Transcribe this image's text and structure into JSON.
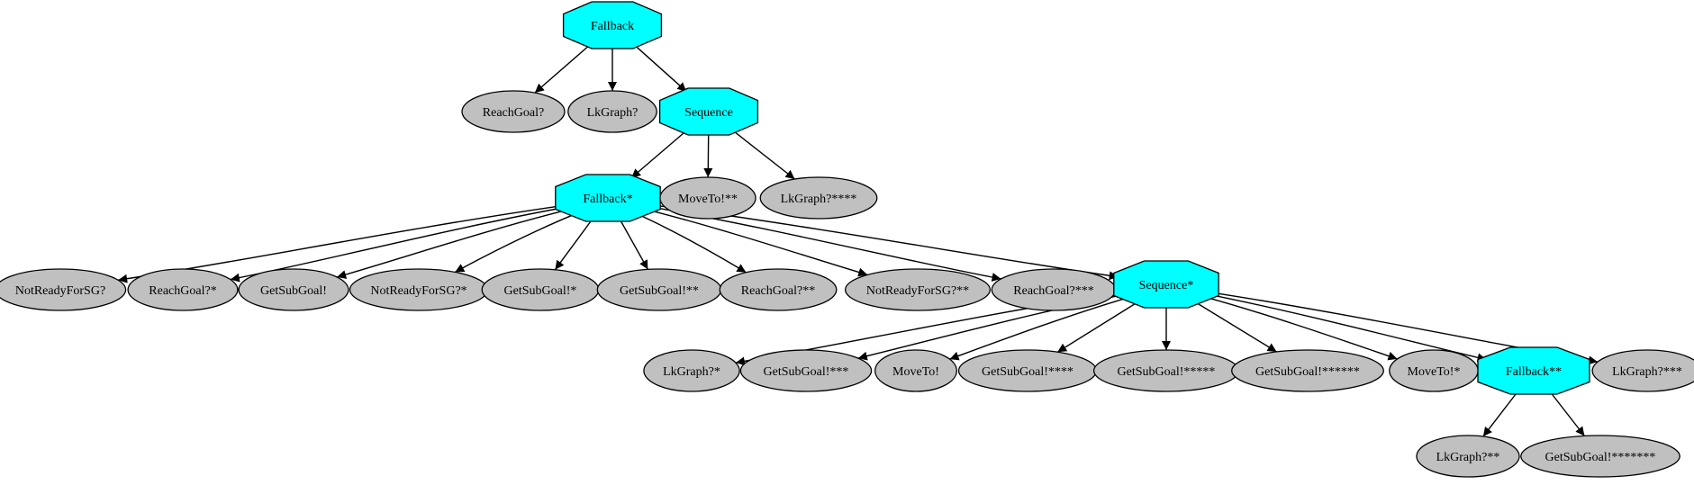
{
  "colors": {
    "control_fill": "#00ffff",
    "leaf_fill": "#c0c0c0",
    "stroke": "#000000",
    "background": "#ffffff"
  },
  "nodes": {
    "fallback": {
      "label": "Fallback",
      "kind": "control"
    },
    "reachgoal_q": {
      "label": "ReachGoal?",
      "kind": "leaf"
    },
    "lkgraph_q": {
      "label": "LkGraph?",
      "kind": "leaf"
    },
    "sequence": {
      "label": "Sequence",
      "kind": "control"
    },
    "fallback_s": {
      "label": "Fallback*",
      "kind": "control"
    },
    "moveto_ss": {
      "label": "MoveTo!**",
      "kind": "leaf"
    },
    "lkgraph_4s": {
      "label": "LkGraph?****",
      "kind": "leaf"
    },
    "notready_q": {
      "label": "NotReadyForSG?",
      "kind": "leaf"
    },
    "reachgoal_s": {
      "label": "ReachGoal?*",
      "kind": "leaf"
    },
    "getsubgoal": {
      "label": "GetSubGoal!",
      "kind": "leaf"
    },
    "notready_s": {
      "label": "NotReadyForSG?*",
      "kind": "leaf"
    },
    "getsubgoal_s": {
      "label": "GetSubGoal!*",
      "kind": "leaf"
    },
    "getsubgoal_2s": {
      "label": "GetSubGoal!**",
      "kind": "leaf"
    },
    "reachgoal_2s": {
      "label": "ReachGoal?**",
      "kind": "leaf"
    },
    "notready_2s": {
      "label": "NotReadyForSG?**",
      "kind": "leaf"
    },
    "reachgoal_3s": {
      "label": "ReachGoal?***",
      "kind": "leaf"
    },
    "sequence_s": {
      "label": "Sequence*",
      "kind": "control"
    },
    "lkgraph_s": {
      "label": "LkGraph?*",
      "kind": "leaf"
    },
    "getsubgoal_3s": {
      "label": "GetSubGoal!***",
      "kind": "leaf"
    },
    "moveto": {
      "label": "MoveTo!",
      "kind": "leaf"
    },
    "getsubgoal_4s": {
      "label": "GetSubGoal!****",
      "kind": "leaf"
    },
    "getsubgoal_5s": {
      "label": "GetSubGoal!*****",
      "kind": "leaf"
    },
    "getsubgoal_6s": {
      "label": "GetSubGoal!******",
      "kind": "leaf"
    },
    "moveto_s": {
      "label": "MoveTo!*",
      "kind": "leaf"
    },
    "fallback_2s": {
      "label": "Fallback**",
      "kind": "control"
    },
    "lkgraph_3s": {
      "label": "LkGraph?***",
      "kind": "leaf"
    },
    "lkgraph_2s": {
      "label": "LkGraph?**",
      "kind": "leaf"
    },
    "getsubgoal_7s": {
      "label": "GetSubGoal!*******",
      "kind": "leaf"
    }
  },
  "edges": [
    [
      "fallback",
      "reachgoal_q"
    ],
    [
      "fallback",
      "lkgraph_q"
    ],
    [
      "fallback",
      "sequence"
    ],
    [
      "sequence",
      "fallback_s"
    ],
    [
      "sequence",
      "moveto_ss"
    ],
    [
      "sequence",
      "lkgraph_4s"
    ],
    [
      "fallback_s",
      "notready_q"
    ],
    [
      "fallback_s",
      "reachgoal_s"
    ],
    [
      "fallback_s",
      "getsubgoal"
    ],
    [
      "fallback_s",
      "notready_s"
    ],
    [
      "fallback_s",
      "getsubgoal_s"
    ],
    [
      "fallback_s",
      "getsubgoal_2s"
    ],
    [
      "fallback_s",
      "reachgoal_2s"
    ],
    [
      "fallback_s",
      "notready_2s"
    ],
    [
      "fallback_s",
      "reachgoal_3s"
    ],
    [
      "fallback_s",
      "sequence_s"
    ],
    [
      "sequence_s",
      "lkgraph_s"
    ],
    [
      "sequence_s",
      "getsubgoal_3s"
    ],
    [
      "sequence_s",
      "moveto"
    ],
    [
      "sequence_s",
      "getsubgoal_4s"
    ],
    [
      "sequence_s",
      "getsubgoal_5s"
    ],
    [
      "sequence_s",
      "getsubgoal_6s"
    ],
    [
      "sequence_s",
      "moveto_s"
    ],
    [
      "sequence_s",
      "fallback_2s"
    ],
    [
      "sequence_s",
      "lkgraph_3s"
    ],
    [
      "fallback_2s",
      "lkgraph_2s"
    ],
    [
      "fallback_2s",
      "getsubgoal_7s"
    ]
  ]
}
